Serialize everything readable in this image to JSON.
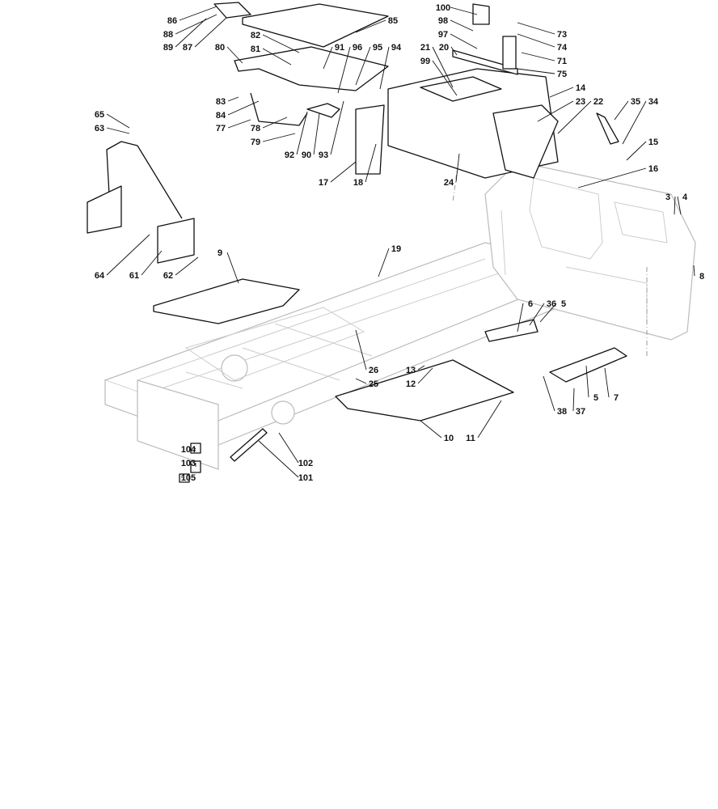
{
  "diagram": {
    "type": "exploded-parts-view",
    "labels": [
      "86",
      "88",
      "89",
      "87",
      "85",
      "82",
      "80",
      "81",
      "91",
      "96",
      "95",
      "94",
      "83",
      "84",
      "77",
      "78",
      "79",
      "92",
      "90",
      "93",
      "17",
      "18",
      "65",
      "63",
      "64",
      "61",
      "62",
      "9",
      "100",
      "98",
      "97",
      "21",
      "20",
      "99",
      "73",
      "74",
      "71",
      "75",
      "14",
      "23",
      "22",
      "35",
      "34",
      "15",
      "16",
      "24",
      "3",
      "4",
      "8",
      "19",
      "6",
      "36",
      "5",
      "13",
      "12",
      "26",
      "25",
      "10",
      "11",
      "38",
      "37",
      "5",
      "7",
      "104",
      "103",
      "105",
      "102",
      "101"
    ]
  }
}
